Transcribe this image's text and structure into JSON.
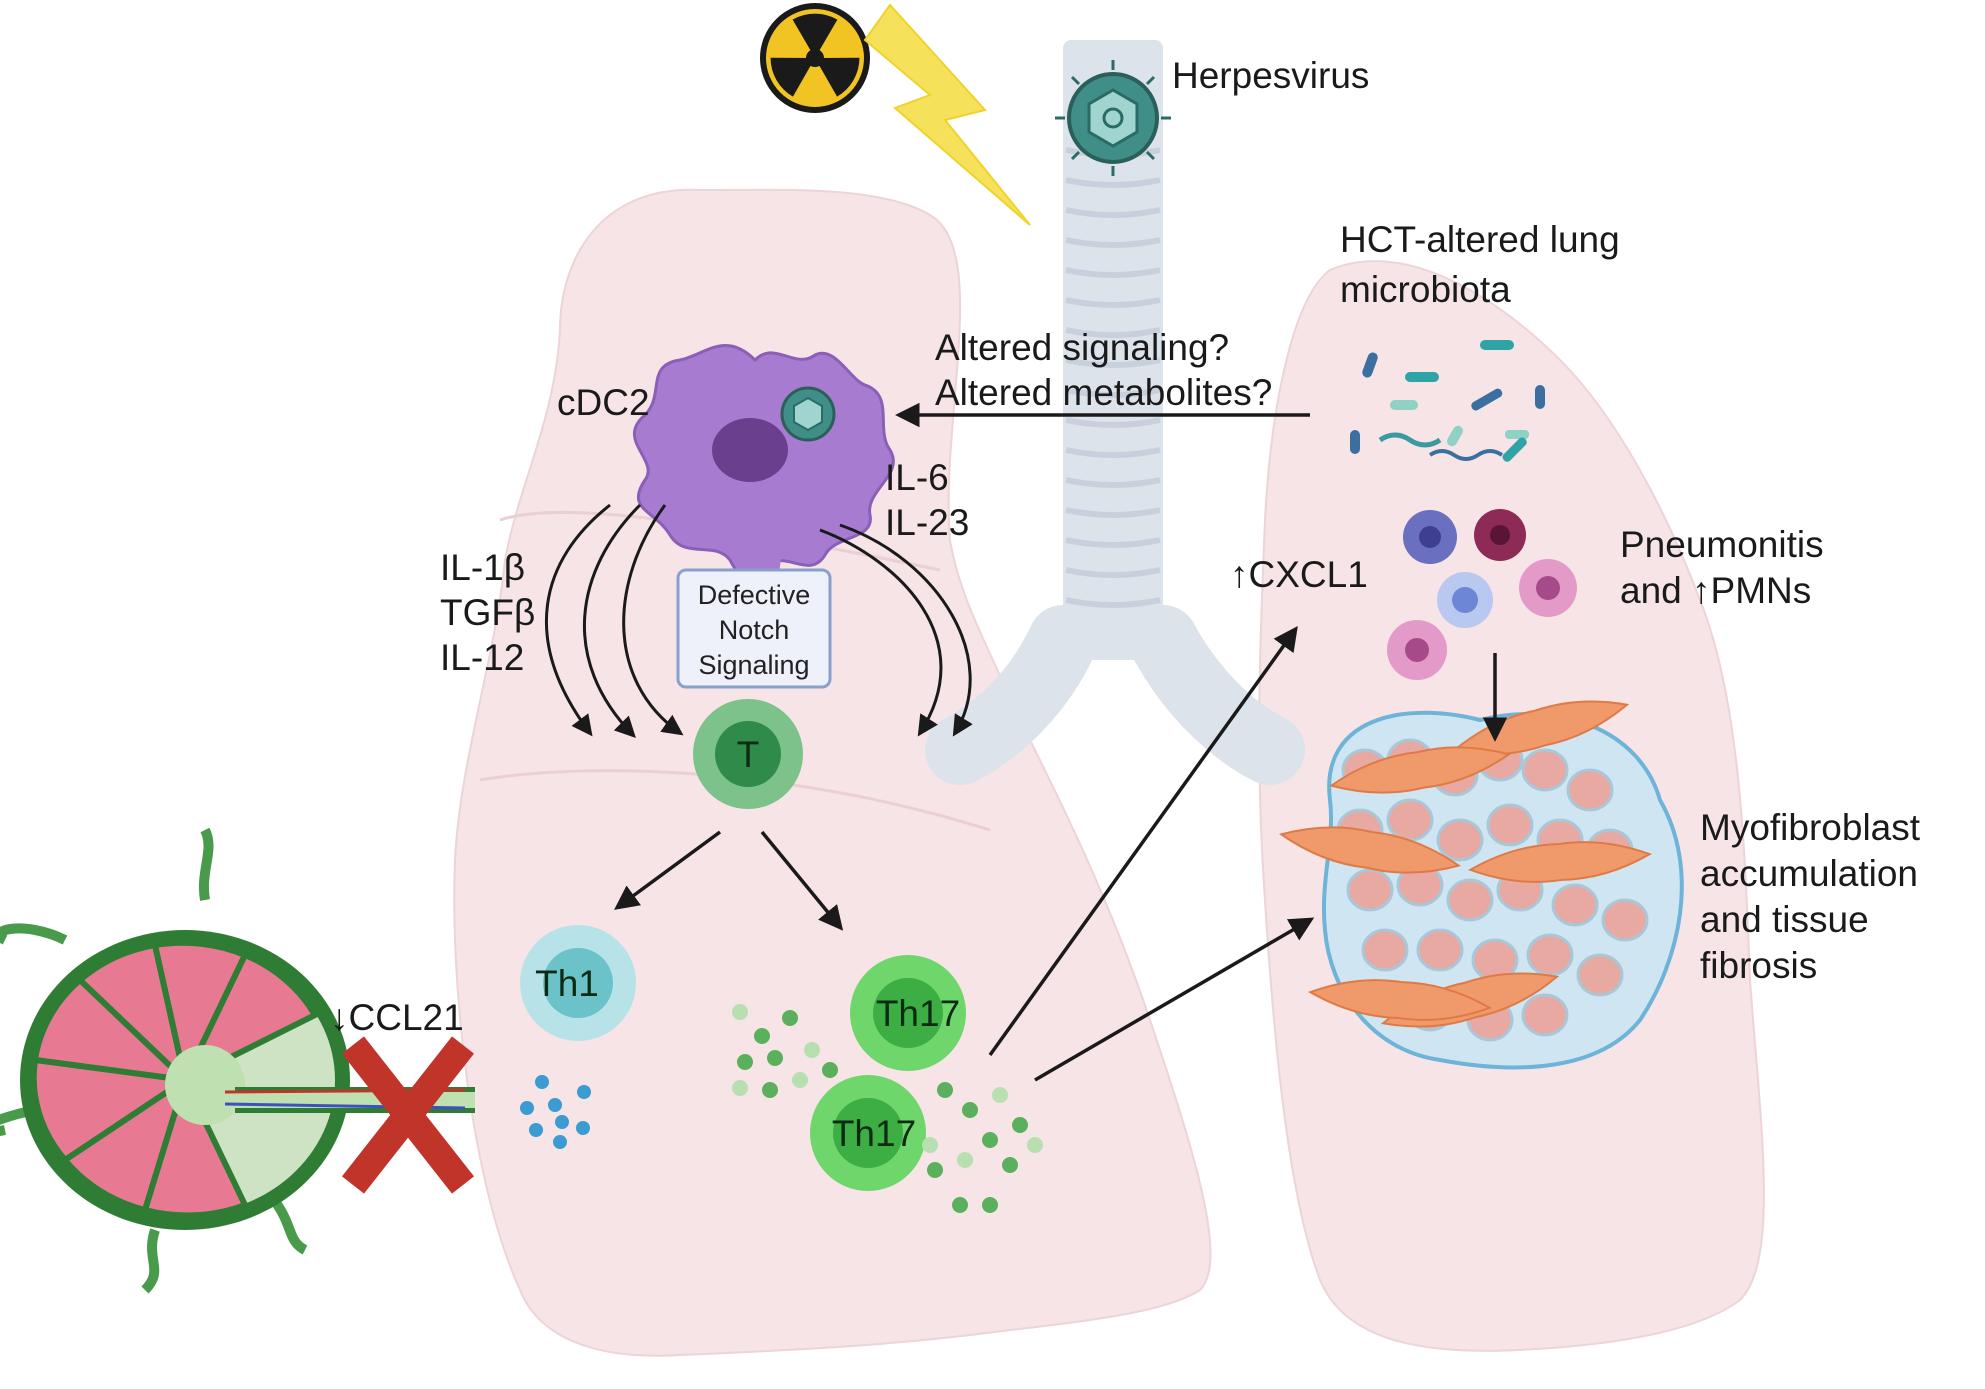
{
  "labels": {
    "herpesvirus": "Herpesvirus",
    "microbiota_line1": "HCT-altered lung",
    "microbiota_line2": "microbiota",
    "question_line1": "Altered signaling?",
    "question_line2": "Altered metabolites?",
    "cdc2": "cDC2",
    "il6": "IL-6",
    "il23": "IL-23",
    "il1b": "IL-1β",
    "tgfb": "TGFβ",
    "il12": "IL-12",
    "notch_line1": "Defective",
    "notch_line2": "Notch",
    "notch_line3": "Signaling",
    "t_cell": "T",
    "th1": "Th1",
    "th17_a": "Th17",
    "th17_b": "Th17",
    "ccl21": "↓CCL21",
    "cxcl1": "↑CXCL1",
    "pneumonitis_line1": "Pneumonitis",
    "pneumonitis_line2": "and ↑PMNs",
    "fibrosis_line1": "Myofibroblast",
    "fibrosis_line2": "accumulation",
    "fibrosis_line3": "and tissue",
    "fibrosis_line4": "fibrosis"
  },
  "icons": [
    "radiation-icon",
    "lightning-icon",
    "herpesvirus-icon",
    "dendritic-cell-icon",
    "lymph-node-icon",
    "bacteria-icon",
    "neutrophil-icon",
    "myofibroblast-icon"
  ],
  "colors": {
    "lung": "#f6e4e6",
    "lung_outline": "#e8cdd0",
    "trachea": "#dde3ea",
    "cdc2": "#a77bd0",
    "t_cell": "#5cb97a",
    "th1": "#9fd9df",
    "th17": "#6fd66b",
    "lymph_node": "#3c8a3f",
    "x_mark": "#c0342a",
    "fibroblast": "#f09a6c",
    "arrow": "#1a1a1a"
  }
}
